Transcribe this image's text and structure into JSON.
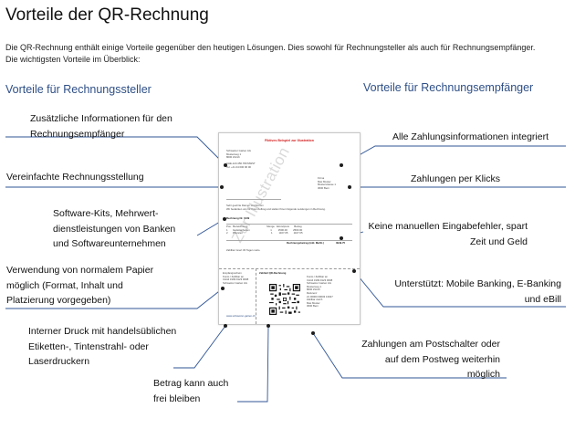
{
  "page": {
    "title": "Vorteile der QR-Rechnung",
    "intro_line1": "Die QR-Rechnung enthält einige Vorteile gegenüber den heutigen Lösungen. Dies sowohl für Rechnungsteller als auch für Rechnungsempfänger.",
    "intro_line2": "Die wichtigsten Vorteile im Überblick:"
  },
  "headings": {
    "left": "Vorteile für Rechnungssteller",
    "right": "Vorteile für Rechnungsempfänger"
  },
  "left_items": [
    {
      "line1": "Zusätzliche Informationen für den",
      "line2": "Rechnungsempfänger"
    },
    {
      "line1": "Vereinfachte Rechnungsstellung"
    },
    {
      "line1": "Software-Kits, Mehrwert-",
      "line2": "dienstleistungen von Banken",
      "line3": "und Softwareunternehmen"
    },
    {
      "line1": "Verwendung von normalem Papier",
      "line2": "möglich (Format, Inhalt und",
      "line3": "Platzierung vorgegeben)"
    },
    {
      "line1": "Interner Druck mit handelsüblichen",
      "line2": "Etiketten-, Tintenstrahl- oder",
      "line3": "Laserdruckern"
    },
    {
      "line1": "Betrag kann auch",
      "line2": "frei bleiben"
    }
  ],
  "right_items": [
    {
      "line1": "Alle Zahlungsinformationen integriert"
    },
    {
      "line1": "Zahlungen per Klicks"
    },
    {
      "line1": "Keine manuellen Eingabefehler, spart",
      "line2": "Zeit und Geld"
    },
    {
      "line1": "Unterstützt: Mobile Banking, E-Banking",
      "line2": "und eBill"
    },
    {
      "line1": "Zahlungen am Postschalter oder",
      "line2": "auf dem Postweg weiterhin",
      "line3": "möglich"
    }
  ],
  "document": {
    "header": "Fiktives Beispiel zur Illustration",
    "watermark": "Zur Illustration",
    "invoice_title": "Rechnung Nr. 3139",
    "receipt_title": "Zahlteil QR-Rechnung",
    "summary_label": "Rechnungsbetrag (inkl. MwSt.)",
    "summary_amount": "3949.75",
    "footer": "www.schweizer-garten.ch"
  },
  "colors": {
    "heading": "#2e4f86",
    "connector": "#2f5596",
    "dot": "#1d1d1d",
    "document_header": "#d21d1d"
  }
}
